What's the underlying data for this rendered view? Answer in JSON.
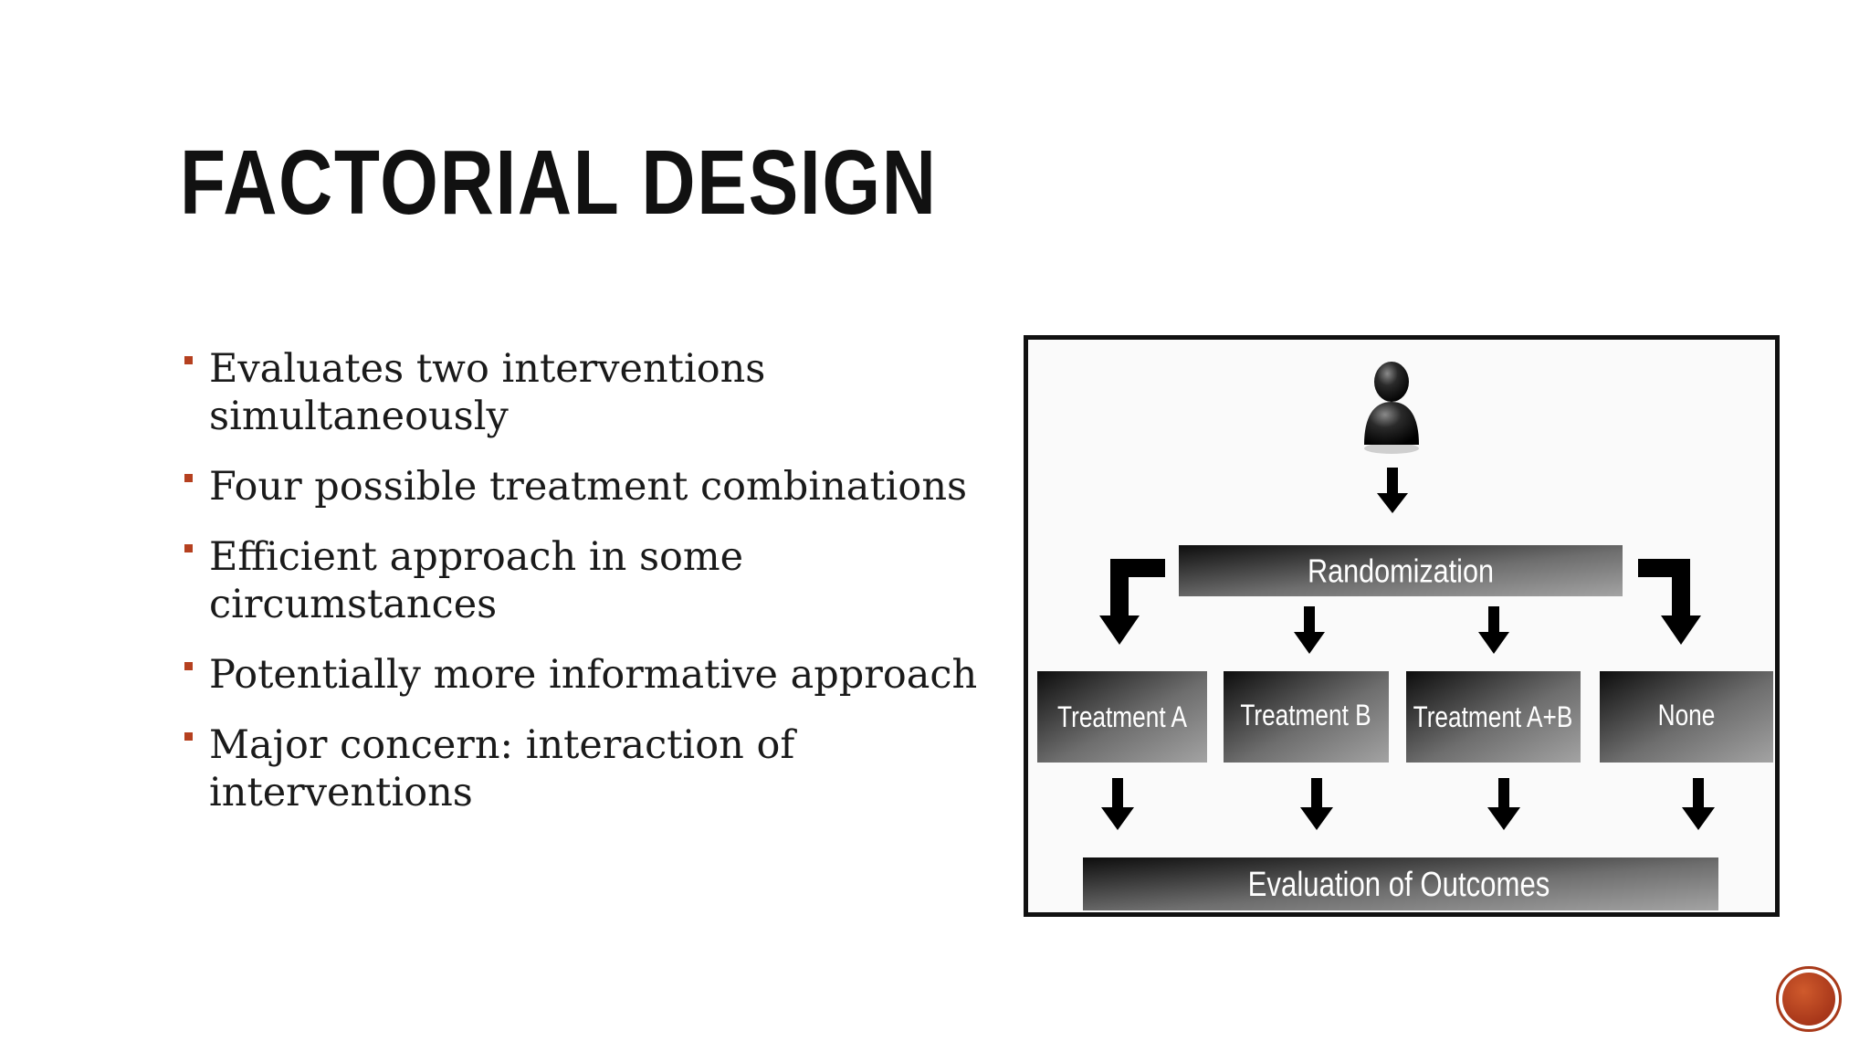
{
  "slide": {
    "title": "FACTORIAL DESIGN",
    "bullets": [
      "Evaluates two interventions simultaneously",
      "Four possible treatment combinations",
      "Efficient approach in some circumstances",
      "Potentially more informative approach",
      "Major concern: interaction of interventions"
    ]
  },
  "diagram": {
    "randomization": "Randomization",
    "treatments": [
      "Treatment A",
      "Treatment B",
      "Treatment A+B",
      "None"
    ],
    "evaluation": "Evaluation of Outcomes",
    "icons": [
      "person-icon",
      "down-arrow-icon",
      "elbow-arrow-icon"
    ]
  },
  "colors": {
    "accent": "#b5401f",
    "title": "#111111",
    "box_dark": "#111111",
    "box_light": "#9a9a9a"
  }
}
